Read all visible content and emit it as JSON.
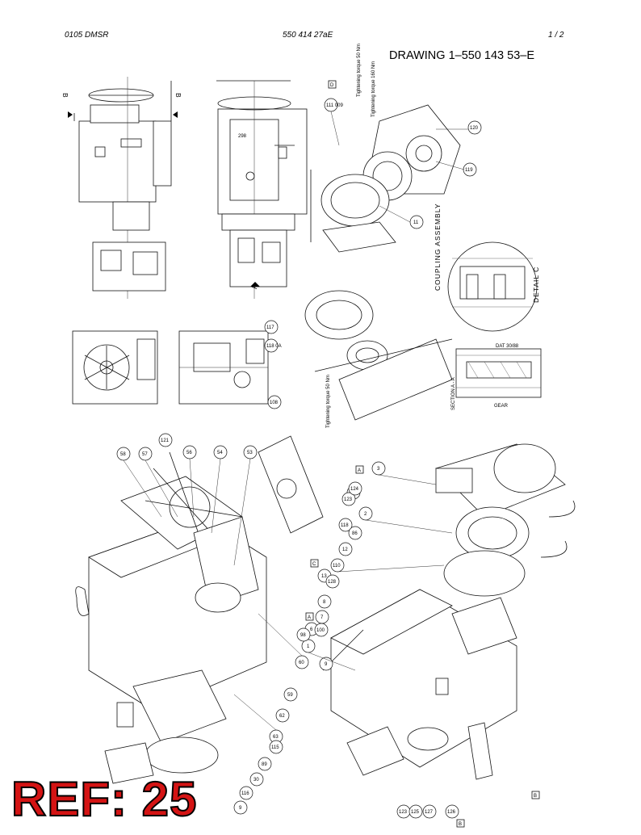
{
  "header": {
    "doc_code": "0105 DMSR",
    "part_number": "550 414 27aE",
    "page": "1 /  2"
  },
  "drawing_title": "DRAWING 1–550 143 53–E",
  "ref_label": "REF: 25",
  "detail_view": {
    "assembly_label": "COUPLING ASSEMBLY",
    "detail_label": "DETAIL C",
    "section_label": "SECTION A - A",
    "torque_notes": [
      "Tightening torque 50 Nm",
      "Tightening torque 160 Nm",
      "Tightening torque 50 Nm"
    ],
    "sub_labels": [
      "DAT 30/88",
      "GEAR"
    ]
  },
  "section_markers": [
    "B",
    "B",
    "A",
    "A",
    "C",
    "D"
  ],
  "balloons": {
    "upper": [
      "111 009",
      "120",
      "119",
      "11",
      "117",
      "118 0A",
      "108"
    ],
    "lower_left": [
      "58",
      "57",
      "121",
      "56",
      "54",
      "53",
      "60",
      "59",
      "62",
      "63",
      "115",
      "89",
      "30",
      "116",
      "9"
    ],
    "lower_right": [
      "3",
      "116",
      "123",
      "124",
      "2",
      "118",
      "86",
      "12",
      "110",
      "13",
      "128",
      "8",
      "7",
      "6",
      "1",
      "9",
      "100",
      "98",
      "123",
      "125",
      "127",
      "126"
    ]
  }
}
